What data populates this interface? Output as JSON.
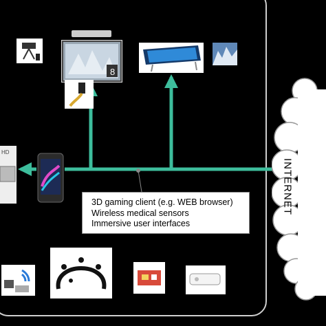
{
  "callout": {
    "lines": [
      "3D gaming client (e.g. WEB browser)",
      "Wireless medical  sensors",
      "Immersive user interfaces"
    ]
  },
  "internet_label": "INTERNET",
  "device_tags": {
    "hdmi_tag": "HD",
    "os_badge": "8"
  },
  "colors": {
    "bus": "#3dbd9c",
    "panel_border": "#cfcfcf",
    "background": "#000000"
  }
}
